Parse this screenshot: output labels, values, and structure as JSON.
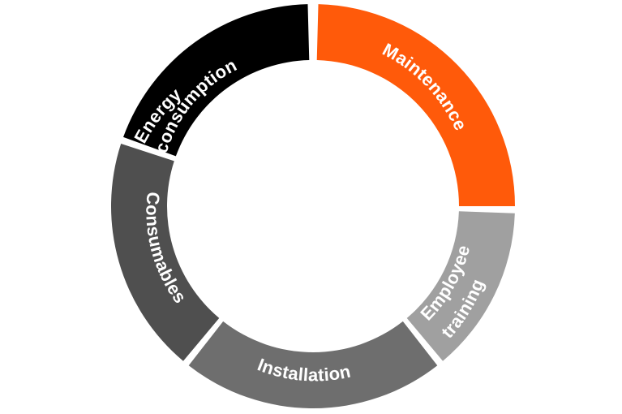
{
  "diagram": {
    "segments": [
      {
        "id": "maintenance",
        "lines": [
          "Maintenance"
        ],
        "color": "#ff5a0a"
      },
      {
        "id": "employee-training",
        "lines": [
          "Employee",
          "training"
        ],
        "color": "#a0a0a0"
      },
      {
        "id": "installation",
        "lines": [
          "Installation"
        ],
        "color": "#6e6e6e"
      },
      {
        "id": "consumables",
        "lines": [
          "Consumables"
        ],
        "color": "#4f4f4f"
      },
      {
        "id": "energy-consumption",
        "lines": [
          "Energy",
          "consumption"
        ],
        "color": "#000000"
      }
    ]
  }
}
